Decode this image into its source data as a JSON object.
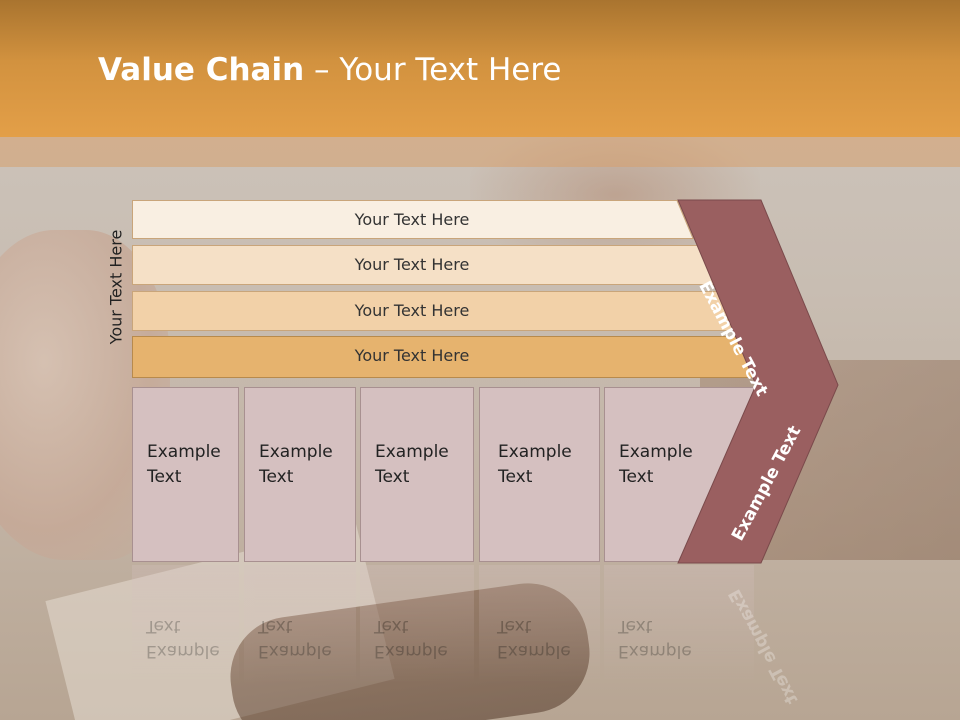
{
  "title": {
    "bold": "Value Chain",
    "rest": " – Your Text Here"
  },
  "side_label": "Your Text Here",
  "bars": [
    {
      "label": "Your Text Here",
      "color": "#f9efe2"
    },
    {
      "label": "Your Text Here",
      "color": "#f5e0c6"
    },
    {
      "label": "Your Text Here",
      "color": "#f2d1a8"
    },
    {
      "label": "Your Text Here",
      "color": "#e6b36e"
    }
  ],
  "boxes": [
    {
      "line1": "Example",
      "line2": "Text"
    },
    {
      "line1": "Example",
      "line2": "Text"
    },
    {
      "line1": "Example",
      "line2": "Text"
    },
    {
      "line1": "Example",
      "line2": "Text"
    },
    {
      "line1": "Example",
      "line2": "Text"
    }
  ],
  "chevron": {
    "top_label": "Example Text",
    "bottom_label": "Example Text",
    "color": "#9a5f60"
  },
  "colors": {
    "header": "#e39f48",
    "box": "#d5c0c0"
  }
}
